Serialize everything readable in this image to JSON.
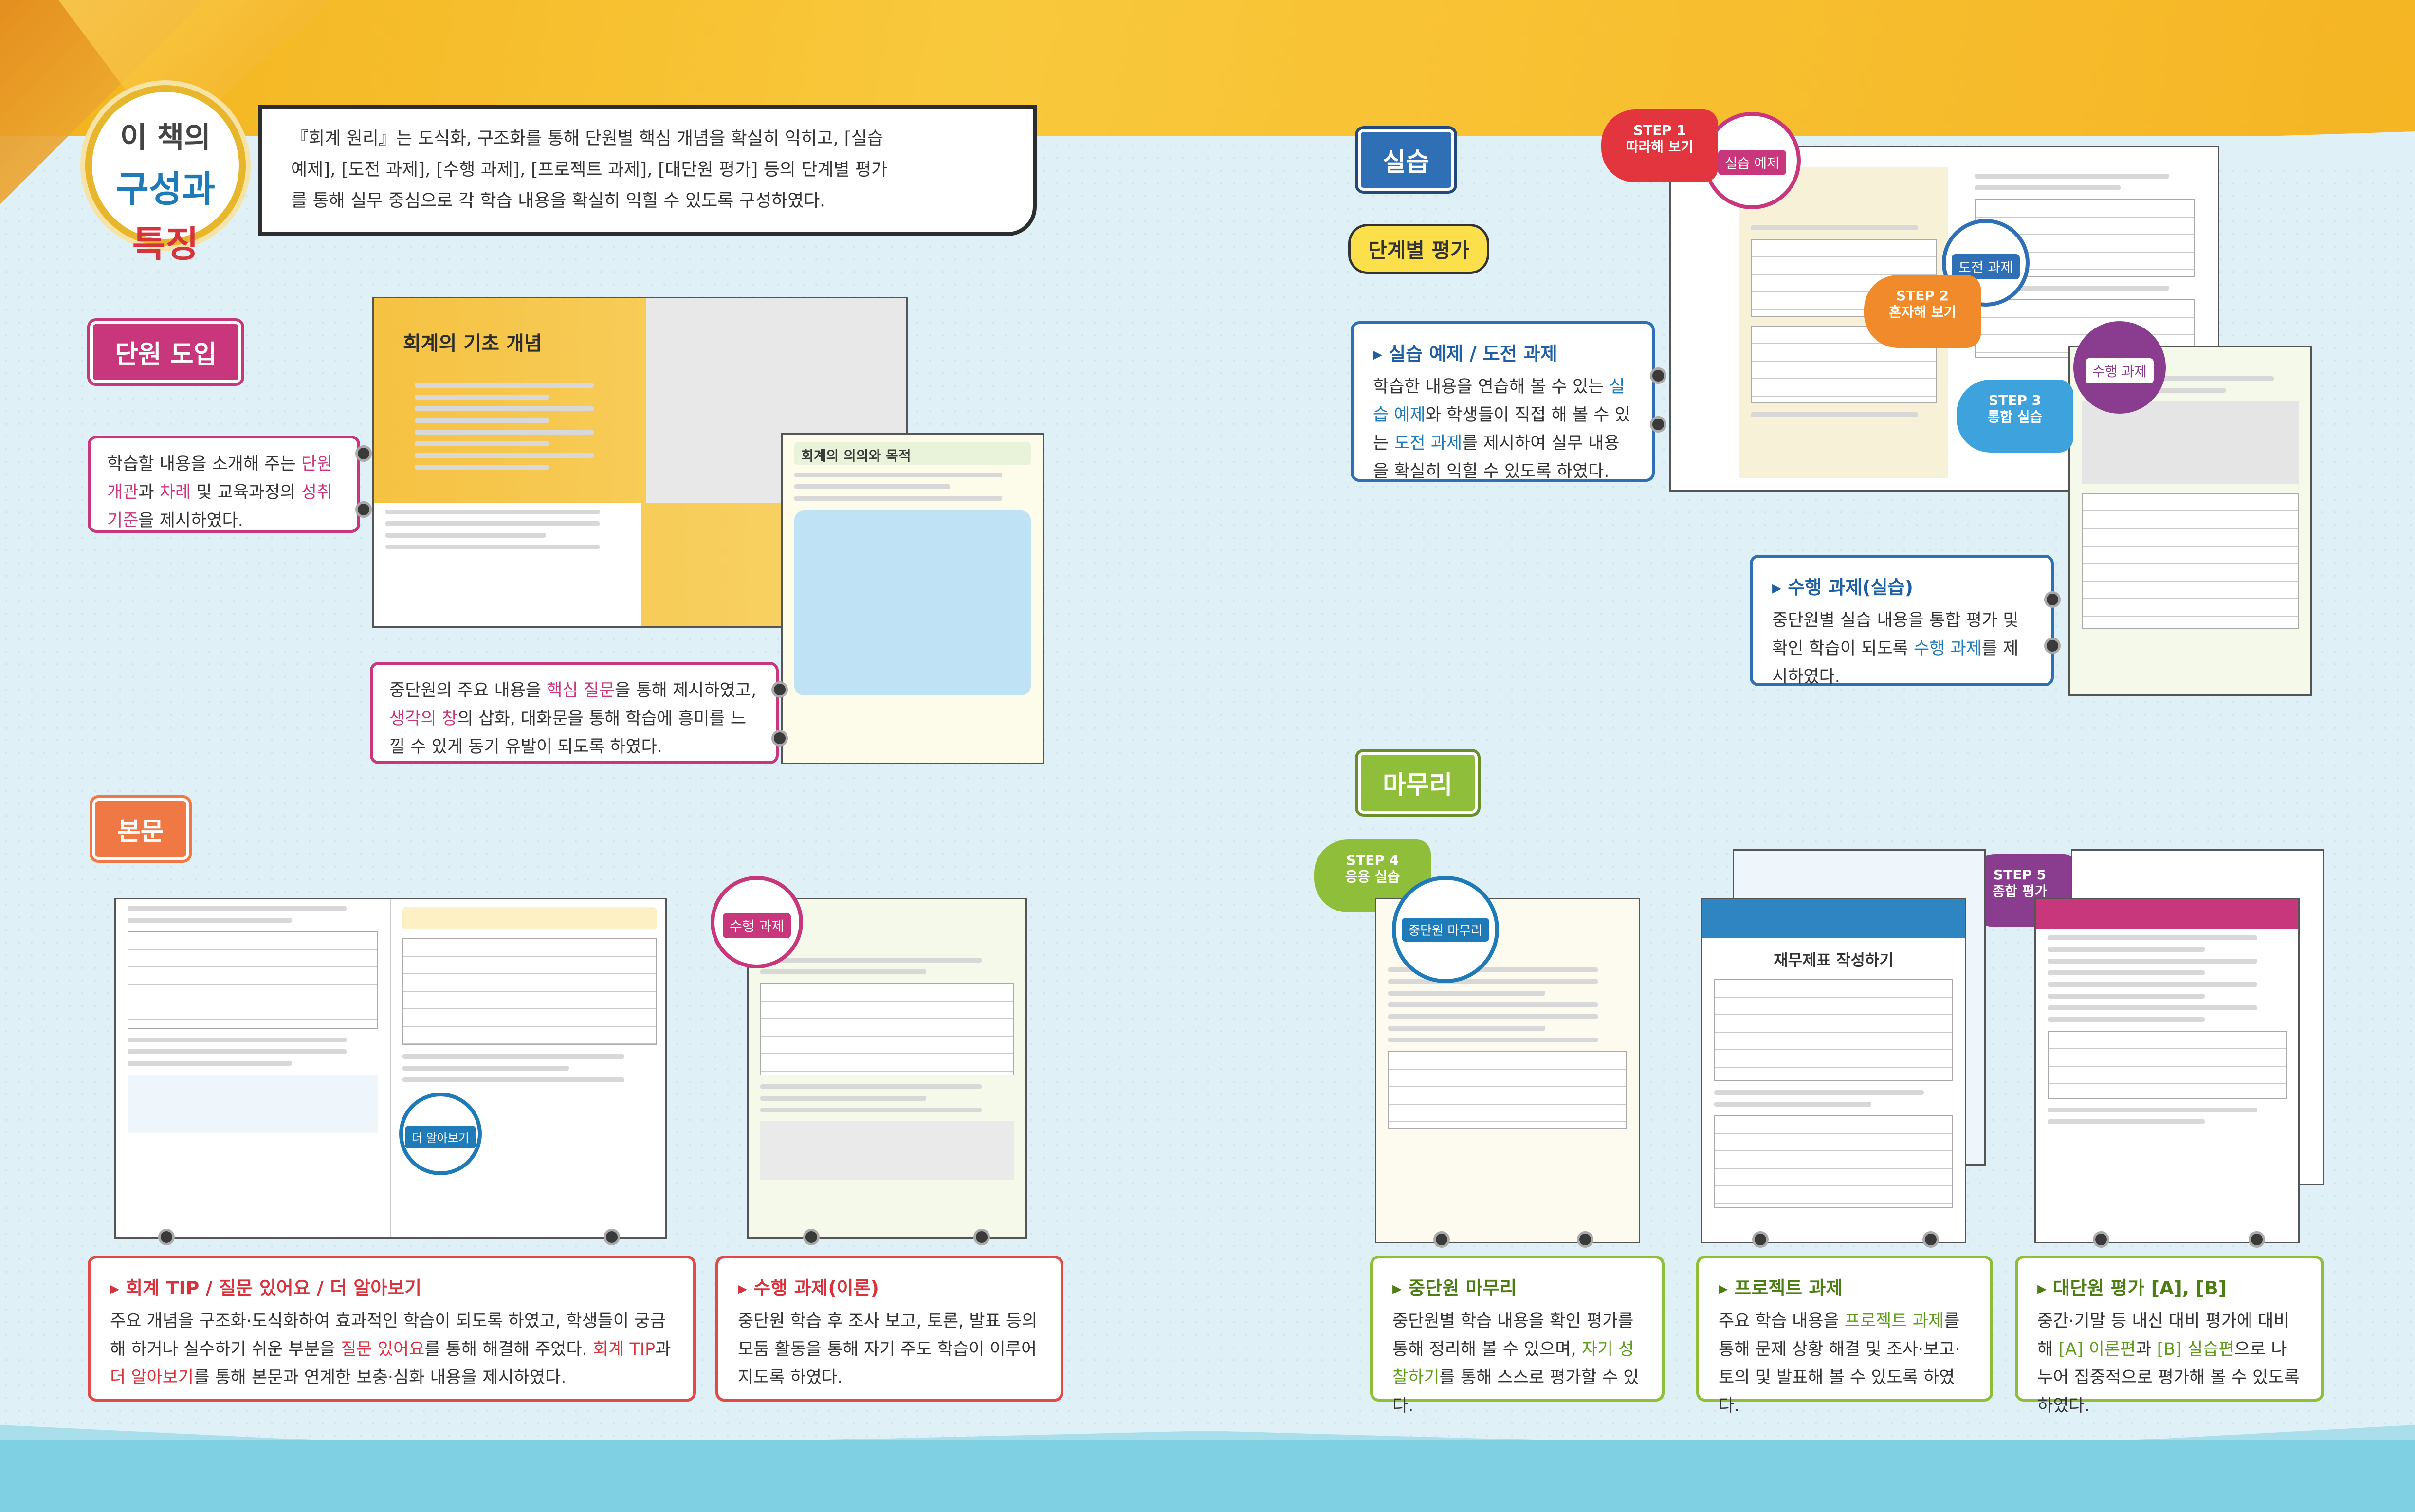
{
  "header": {
    "title_line1": "이 책의",
    "title_line2": "구성과",
    "title_line3": "특징",
    "intro_lines": [
      "『회계 원리』는 도식화, 구조화를 통해 단원별 핵심 개념을 확실히 익히고, [실습",
      "예제], [도전 과제], [수행 과제], [프로젝트 과제], [대단원 평가] 등의 단계별 평가",
      "를 통해 실무 중심으로 각 학습 내용을 확실히 익힐 수 있도록 구성하였다."
    ]
  },
  "sections": {
    "unit_intro": {
      "label": "단원 도입",
      "desc1": {
        "p1": "학습할 내용을 소개해 주는 ",
        "h1": "단원",
        "p2": " ",
        "h2": "개관",
        "p3": "과 ",
        "h3": "차례",
        "p4": " 및 교육과정의 ",
        "h4": "성취",
        "p5": " ",
        "h5": "기준",
        "p6": "을 제시하였다."
      },
      "desc2": {
        "p1": "중단원의 주요 내용을 ",
        "h1": "핵심 질문",
        "p2": "을 통해 제시하였고, ",
        "h2": "생각의 창",
        "p3": "의 삽화, 대화문을 통해 학습에 흥미를 느낄 수 있게 동기 유발이 되도록 하였다."
      },
      "thumb_title": "회계의 기초 개념",
      "thumb2_title": "회계의 의의와 목적"
    },
    "body": {
      "label": "본문",
      "desc1": {
        "title": "▸ 회계 TIP / 질문 있어요 / 더 알아보기",
        "p1": "주요 개념을 구조화·도식화하여 효과적인 학습이 되도록 하였고, 학생들이 궁금해 하거나 실수하기 쉬운 부분을 ",
        "h1": "질문 있어요",
        "p2": "를 통해 해결해 주었다. ",
        "h2": "회계 TIP",
        "p3": "과 ",
        "h3": "더 알아보기",
        "p4": "를 통해 본문과 연계한 보충·심화 내용을 제시하였다."
      },
      "desc2": {
        "title": "▸ 수행 과제(이론)",
        "text": "중단원 학습 후 조사 보고, 토론, 발표 등의 모둠 활동을 통해 자기 주도 학습이 이루어지도록 하였다."
      },
      "badge_task": "수행 과제",
      "badge_more": "더 알아보기"
    },
    "practice": {
      "label": "실습",
      "sublabel": "단계별 평가",
      "desc1": {
        "title": "▸ 실습 예제 / 도전 과제",
        "p1": "학습한 내용을 연습해 볼 수 있는 ",
        "h1": "실습 예제",
        "p2": "와 학생들이 직접 해 볼 수 있는 ",
        "h2": "도전 과제",
        "p3": "를 제시하여 실무 내용을 확실히 익힐 수 있도록 하였다."
      },
      "desc2": {
        "title": "▸ 수행 과제(실습)",
        "p1": "중단원별 실습 내용을 통합 평가 및 확인 학습이 되도록 ",
        "h1": "수행 과제",
        "p2": "를 제시하였다."
      },
      "steps": [
        {
          "step": "STEP 1",
          "text": "따라해 보기"
        },
        {
          "step": "STEP 2",
          "text": "혼자해 보기"
        },
        {
          "step": "STEP 3",
          "text": "통합 실습"
        }
      ],
      "badges": [
        "실습 예제",
        "도전 과제",
        "수행 과제"
      ]
    },
    "finish": {
      "label": "마무리",
      "steps": [
        {
          "step": "STEP 4",
          "text": "응용 실습"
        },
        {
          "step": "STEP 5",
          "text": "종합 평가"
        }
      ],
      "badge_mid": "중단원 마무리",
      "project_title": "재무제표 작성하기",
      "desc1": {
        "title": "▸ 중단원 마무리",
        "p1": "중단원별 학습 내용을 확인 평가를 통해 정리해 볼 수 있으며, ",
        "h1": "자기 성찰하기",
        "p2": "를 통해 스스로 평가할 수 있다."
      },
      "desc2": {
        "title": "▸ 프로젝트 과제",
        "p1": "주요 학습 내용을 ",
        "h1": "프로젝트 과제",
        "p2": "를 통해 문제 상황 해결 및 조사·보고·토의 및 발표해 볼 수 있도록 하였다."
      },
      "desc3": {
        "title": "▸ 대단원 평가 [A], [B]",
        "p1": "중간·기말 등 내신 대비 평가에 대비해 ",
        "h1": "[A] 이론편",
        "p2": "과 ",
        "h2": "[B] 실습편",
        "p3": "으로 나누어 집중적으로 평가해 볼 수 있도록 하였다."
      }
    }
  }
}
